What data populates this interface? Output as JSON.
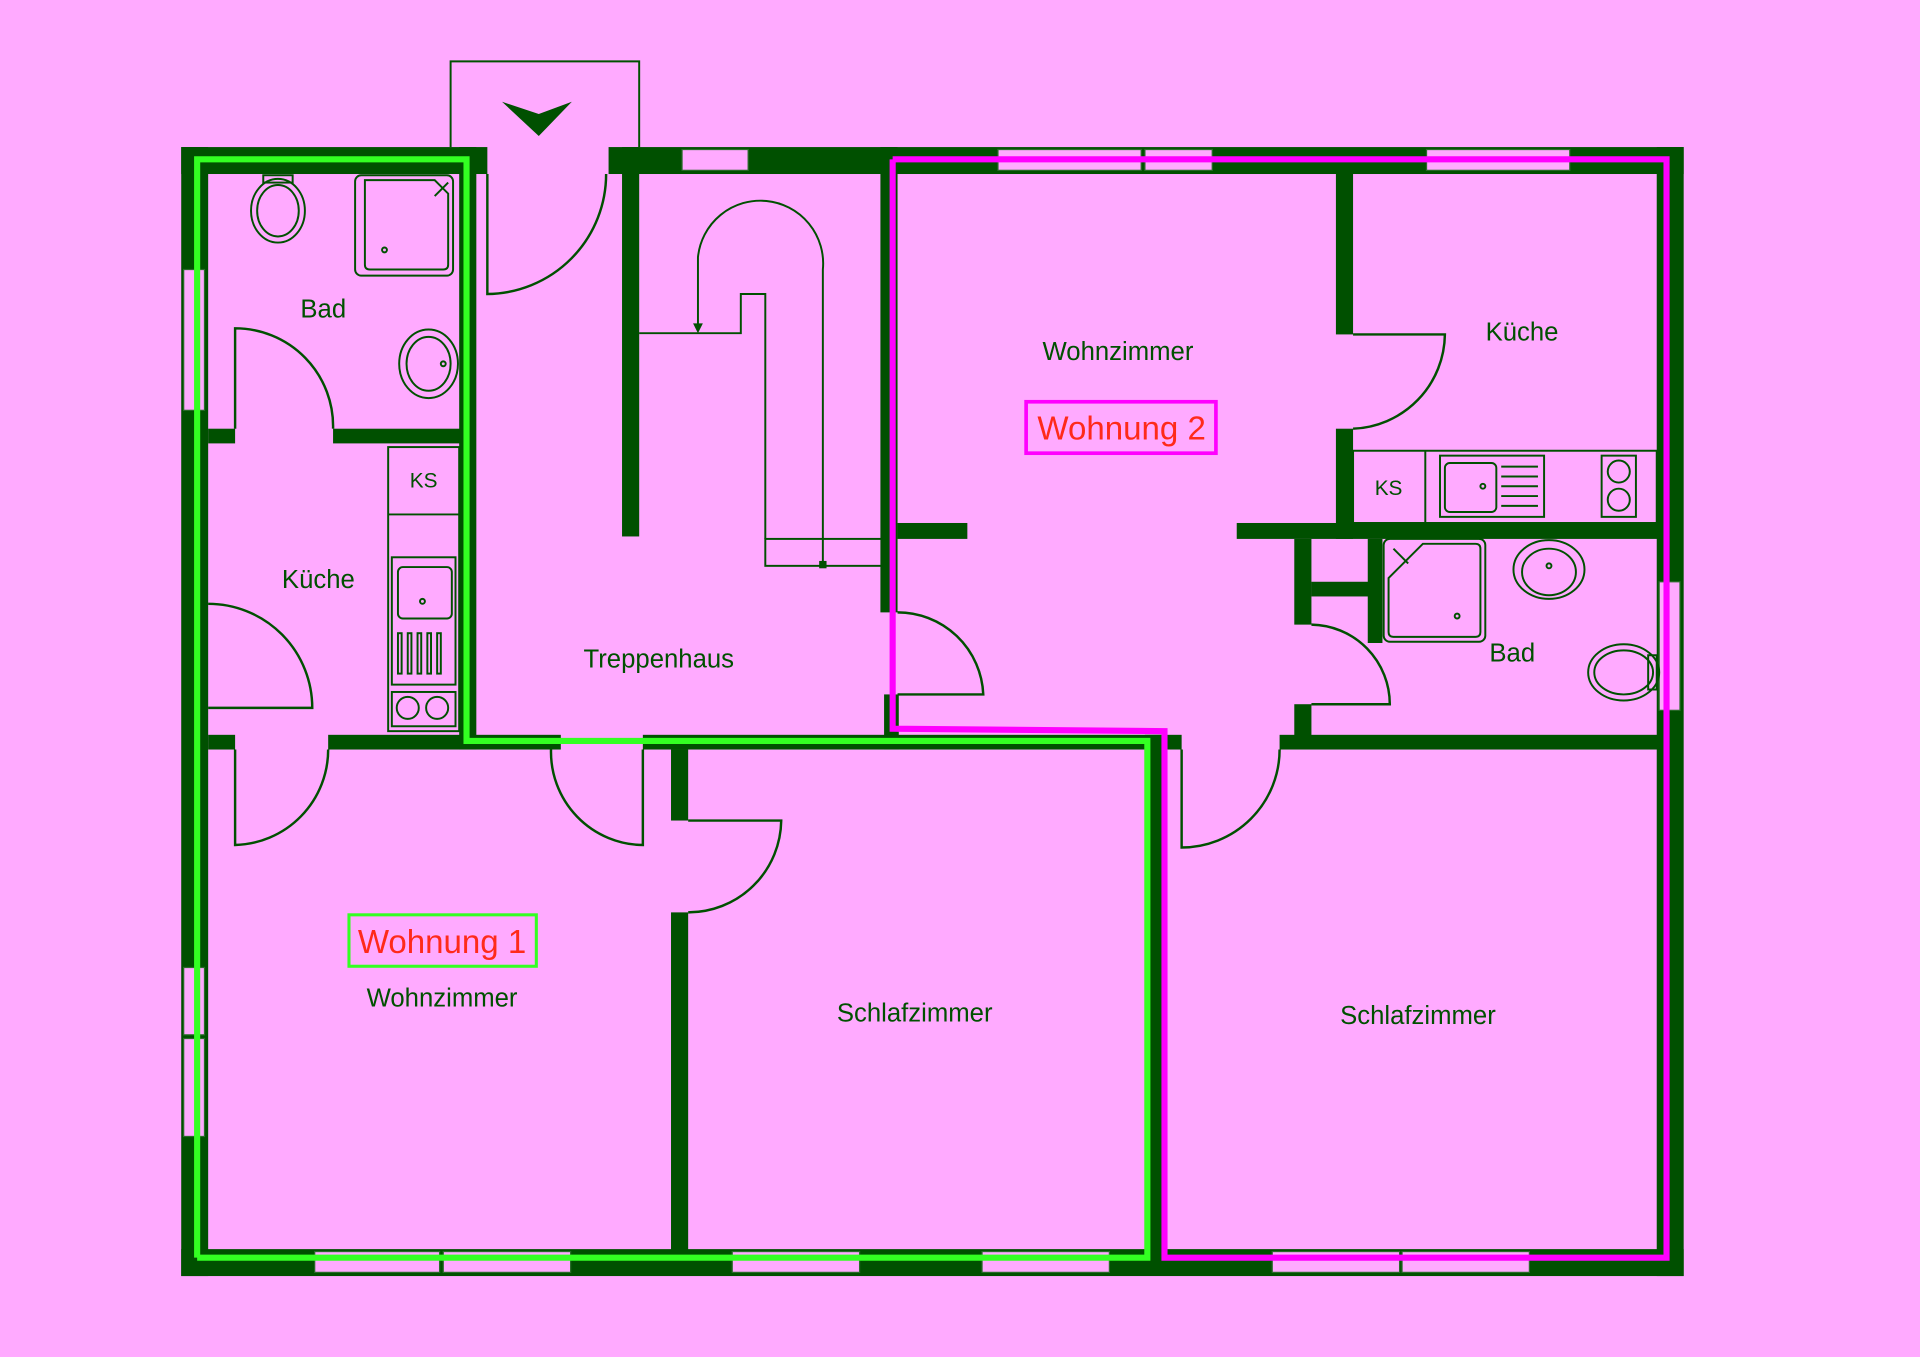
{
  "diagram": {
    "type": "floor-plan",
    "colors": {
      "background": "#ffaaff",
      "walls": "#005000",
      "unit1_outline": "#33ff22",
      "unit2_outline": "#ff00ff",
      "unit_label_text": "#ff2a1a"
    },
    "units": [
      {
        "label": "Wohnung 1",
        "outline_color": "#33ff22",
        "rooms": [
          {
            "label": "Bad"
          },
          {
            "label": "Küche",
            "fixtures": [
              "KS",
              "sink",
              "stove"
            ]
          },
          {
            "label": "Wohnzimmer"
          },
          {
            "label": "Schlafzimmer"
          }
        ]
      },
      {
        "label": "Wohnung 2",
        "outline_color": "#ff00ff",
        "rooms": [
          {
            "label": "Wohnzimmer"
          },
          {
            "label": "Küche",
            "fixtures": [
              "KS",
              "sink",
              "stove"
            ]
          },
          {
            "label": "Bad"
          },
          {
            "label": "Schlafzimmer"
          }
        ]
      }
    ],
    "common": {
      "stairwell": "Treppenhaus",
      "entrance_icon": "entrance-arrow-icon"
    },
    "labels": {
      "u1_bad": "Bad",
      "u1_kueche": "Küche",
      "u1_ks": "KS",
      "u1_wohnzimmer": "Wohnzimmer",
      "u1_schlafzimmer": "Schlafzimmer",
      "u1_name": "Wohnung 1",
      "treppenhaus": "Treppenhaus",
      "u2_wohnzimmer": "Wohnzimmer",
      "u2_name": "Wohnung 2",
      "u2_kueche": "Küche",
      "u2_ks": "KS",
      "u2_bad": "Bad",
      "u2_schlafzimmer": "Schlafzimmer"
    }
  }
}
